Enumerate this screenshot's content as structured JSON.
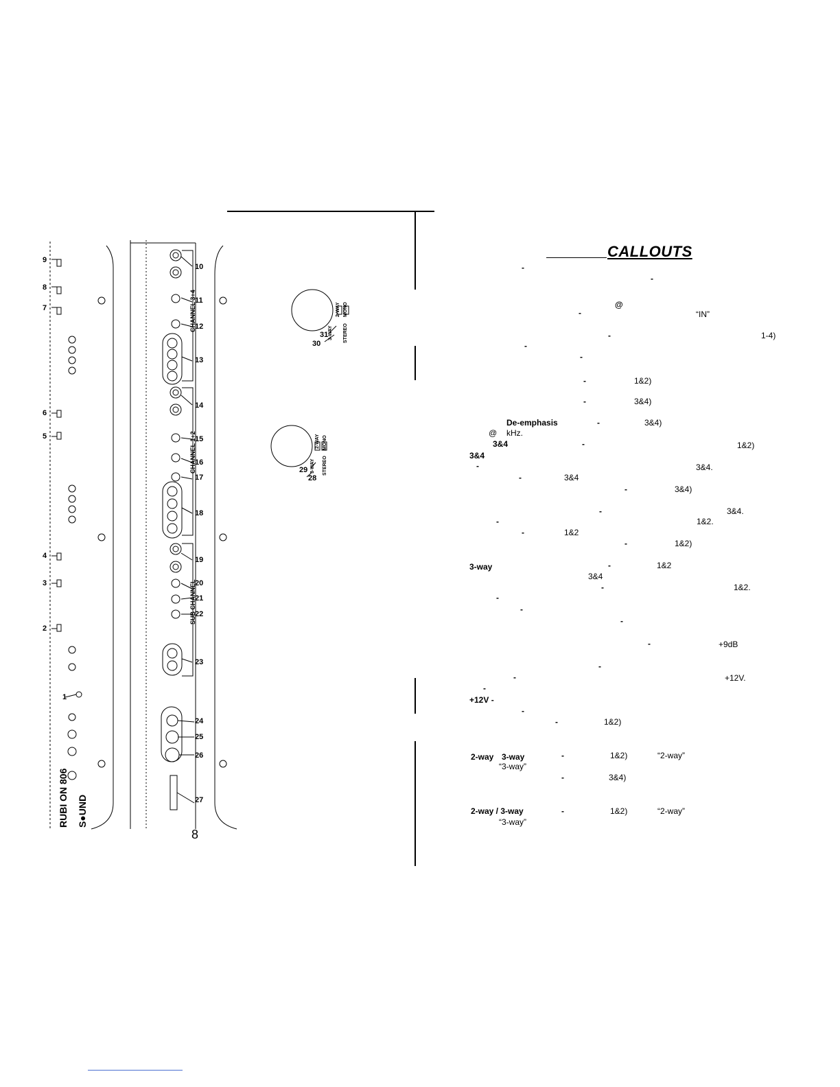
{
  "title": "CALLOUTS",
  "page_number": "8",
  "panel": {
    "brand_model": "RUBI ON 806",
    "brand_name": "S●UND",
    "channel_labels": [
      "CHANNEL 3+4",
      "CHANNEL 1+2",
      "SUB CHANNEL"
    ],
    "left_callouts": [
      "9",
      "8",
      "7",
      "6",
      "5",
      "4",
      "3",
      "2",
      "1"
    ],
    "right_callouts": [
      "10",
      "11",
      "12",
      "13",
      "14",
      "15",
      "16",
      "17",
      "18",
      "19",
      "20",
      "21",
      "22",
      "23",
      "24",
      "25",
      "26",
      "27"
    ],
    "switch_callouts": [
      "31",
      "30",
      "29",
      "28"
    ],
    "switch_labels": {
      "two_way": "2-WAY",
      "mono": "MONO",
      "three_way": "3-WAY",
      "stereo": "STEREO"
    }
  },
  "text_fragments": {
    "f1": "-",
    "f2": "-",
    "f3": "@",
    "f4": "-",
    "f5": "“IN”",
    "f6": "-",
    "f7": "1-4)",
    "f8": "-",
    "f9": "-",
    "f10": "-",
    "f11": "1&2)",
    "f12": "-",
    "f13": "3&4)",
    "f14": "De-emphasis",
    "f15": "-",
    "f16": "3&4)",
    "f17": "@",
    "f18": "kHz.",
    "f19": "3&4",
    "f20": "-",
    "f21": "1&2)",
    "f22": "3&4",
    "f23": "-",
    "f24": "3&4.",
    "f25": "-",
    "f26": "3&4",
    "f27": "-",
    "f28": "3&4)",
    "f29": "-",
    "f30": "3&4.",
    "f31": "-",
    "f32": "1&2.",
    "f33": "-",
    "f34": "1&2",
    "f35": "-",
    "f36": "1&2)",
    "f37": "3-way",
    "f38": "-",
    "f39": "1&2",
    "f40": "3&4",
    "f41": "-",
    "f42": "1&2.",
    "f43": "-",
    "f44": "-",
    "f45": "-",
    "f46": "-",
    "f47": "+9dB",
    "f48": "-",
    "f49": "-",
    "f50": "+12V.",
    "f51": "-",
    "f52": "+12V -",
    "f53": "-",
    "f54": "-",
    "f55": "1&2)",
    "f56": "2-way",
    "f57": "3-way",
    "f58": "-",
    "f59": "1&2)",
    "f60": "“2-way”",
    "f61": "“3-way”",
    "f62": "-",
    "f63": "3&4)",
    "f64": "2-way / 3-way",
    "f65": "-",
    "f66": "1&2)",
    "f67": "“2-way”",
    "f68": "“3-way”"
  }
}
